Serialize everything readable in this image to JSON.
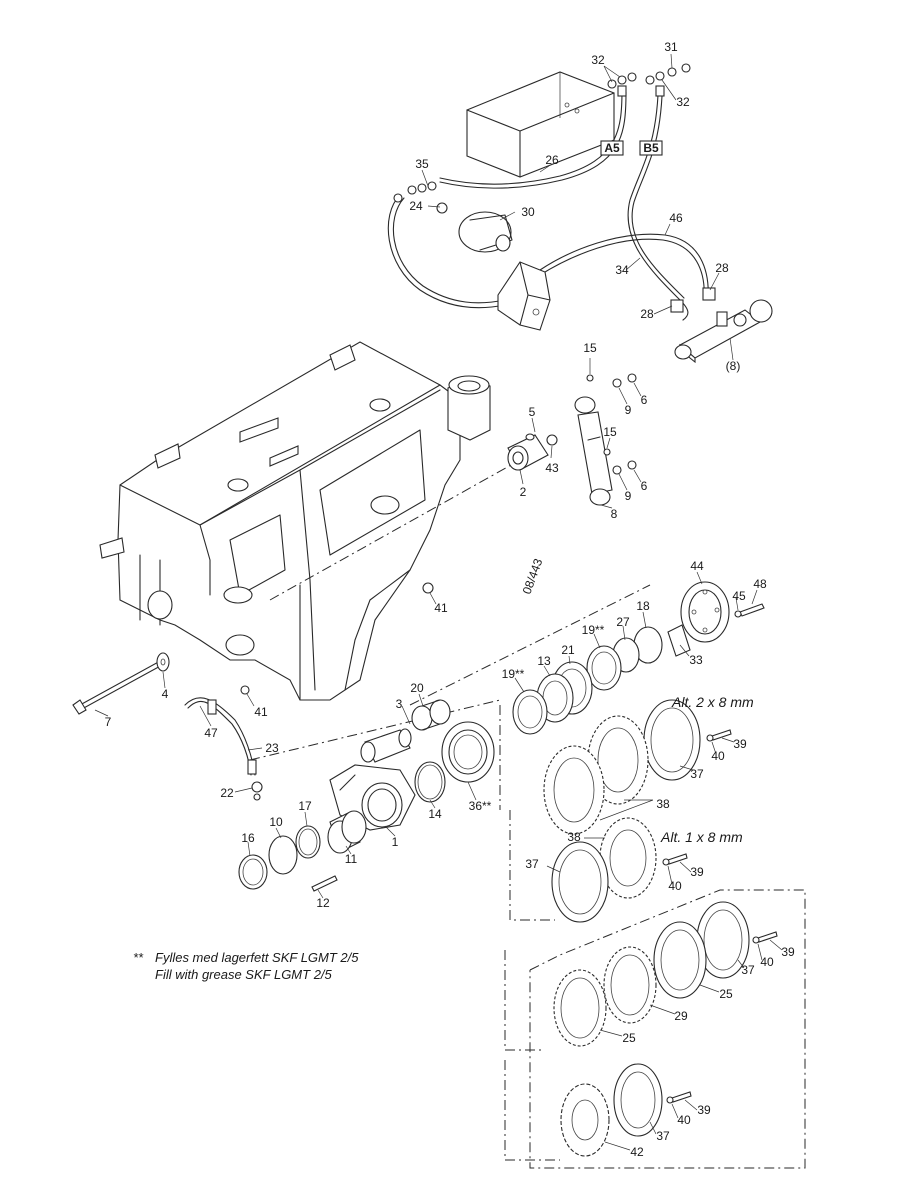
{
  "drawing_number": "08/443",
  "ports": {
    "a": "A5",
    "b": "B5"
  },
  "alt_2x8": "Alt. 2 x 8 mm",
  "alt_1x8": "Alt. 1 x 8 mm",
  "note_marker": "**",
  "note_no": "Fylles med lagerfett SKF LGMT 2/5",
  "note_en": "Fill with grease SKF LGMT 2/5",
  "callouts": {
    "c31": "31",
    "c32a": "32",
    "c32b": "32",
    "c26": "26",
    "c35": "35",
    "c24": "24",
    "c30": "30",
    "c46": "46",
    "c34": "34",
    "c28a": "28",
    "c28b": "28",
    "c8p": "(8)",
    "c15a": "15",
    "c15b": "15",
    "c5": "5",
    "c43": "43",
    "c2": "2",
    "c9a": "9",
    "c6a": "6",
    "c9b": "9",
    "c6b": "6",
    "c8": "8",
    "c41a": "41",
    "c41b": "41",
    "c7": "7",
    "c4": "4",
    "c47": "47",
    "c23": "23",
    "c22": "22",
    "c20": "20",
    "c3": "3",
    "c44": "44",
    "c48": "48",
    "c45": "45",
    "c33": "33",
    "c18": "18",
    "c27": "27",
    "c19a": "19**",
    "c19b": "19**",
    "c21": "21",
    "c13": "13",
    "c14": "14",
    "c36": "36**",
    "c1": "1",
    "c11": "11",
    "c10": "10",
    "c17": "17",
    "c16": "16",
    "c12": "12",
    "c39a": "39",
    "c40a": "40",
    "c37a": "37",
    "c38a": "38",
    "c38b": "38",
    "c37b": "37",
    "c39b": "39",
    "c40b": "40",
    "c39c": "39",
    "c40c": "40",
    "c37c": "37",
    "c25a": "25",
    "c29": "29",
    "c25b": "25",
    "c39d": "39",
    "c40d": "40",
    "c37d": "37",
    "c42": "42"
  }
}
